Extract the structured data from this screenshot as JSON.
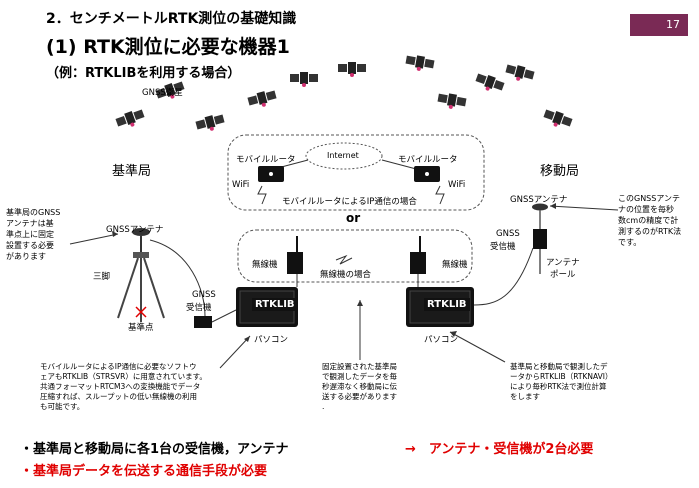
{
  "header": {
    "section": "2．センチメートルRTK測位の基礎知識",
    "title": "(1) RTK測位に必要な機器1",
    "subtitle": "（例：RTKLIBを利用する場合）",
    "page_number": "17"
  },
  "colors": {
    "accent": "#7a2a55",
    "highlight": "#e00000"
  },
  "labels": {
    "gnss_sat": "GNSS衛星",
    "base_station": "基準局",
    "rover_station": "移動局",
    "router_left": "モバイルルータ",
    "router_right": "モバイルルータ",
    "internet": "Internet",
    "wifi_left": "WiFi",
    "wifi_right": "WiFi",
    "ip_case": "モバイルルータによるIP通信の場合",
    "or": "or",
    "radio_left": "無線機",
    "radio_right": "無線機",
    "radio_case": "無線機の場合",
    "antenna_base": "GNSSアンテナ",
    "antenna_rover": "GNSSアンテナ",
    "tripod": "三脚",
    "base_point": "基準点",
    "receiver_base_1": "GNSS",
    "receiver_base_2": "受信機",
    "receiver_rover_1": "GNSS",
    "receiver_rover_2": "受信機",
    "pole_1": "アンテナ",
    "pole_2": "ポール",
    "rtklib_left": "RTKLIB",
    "rtklib_right": "RTKLIB",
    "pc_left": "パソコン",
    "pc_right": "パソコン"
  },
  "notes": {
    "base_antenna": [
      "基準局のGNSS",
      "アンテナは基",
      "準点上に固定",
      "設置する必要",
      "があります"
    ],
    "rover_antenna": [
      "このGNSSアンテ",
      "ナの位置を毎秒",
      "数cmの精度で計",
      "測するのがRTK法",
      "です。"
    ],
    "software": [
      "モバイルルータによるIP通信に必要なソフトウ",
      "ェアもRTKLIB（STRSVR）に用意されています。",
      "共通フォーマットRTCM3への変換機能でデータ",
      "圧縮すれば、スループットの低い無線機の利用",
      "も可能です。"
    ],
    "fixed": [
      "固定設置された基準局",
      "で観測したデータを毎",
      "秒遅滞なく移動局に伝",
      "送する必要があります",
      "."
    ],
    "rover_calc": [
      "基準局と移動局で観測したデ",
      "ータからRTKLIB（RTKNAVI）",
      "により毎秒RTK法で測位計算",
      "をします"
    ]
  },
  "bullets": {
    "line1": "・基準局と移動局に各1台の受信機，アンテナ",
    "arrow": "→　アンテナ・受信機が2台必要",
    "line2": "・基準局データを伝送する通信手段が必要"
  }
}
